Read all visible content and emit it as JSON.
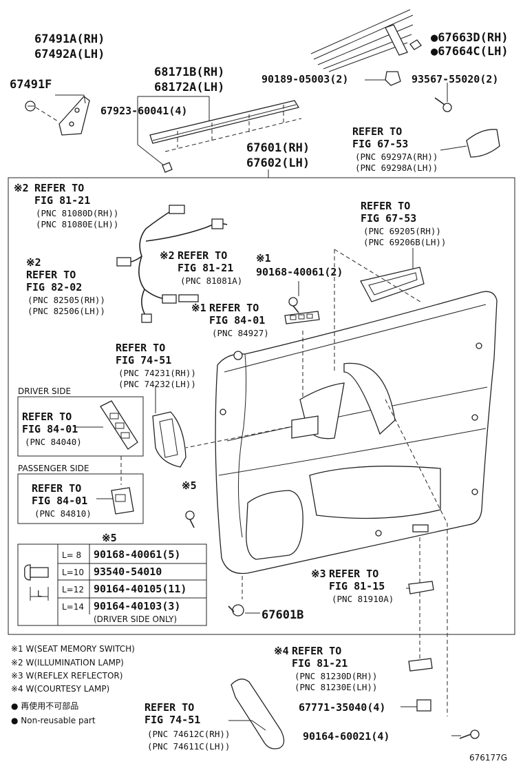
{
  "labels": {
    "p67491a": "67491A(RH)",
    "p67492a": "67492A(LH)",
    "p67491f": "67491F",
    "p68171b": "68171B(RH)",
    "p68172a": "68172A(LH)",
    "p67923": "67923-60041(4)",
    "p67663d": "●67663D(RH)",
    "p67664c": "●67664C(LH)",
    "p90189": "90189-05003(2)",
    "p93567": "93567-55020(2)",
    "p67601": "67601(RH)",
    "p67602": "67602(LH)",
    "p67601b": "67601B",
    "p67771": "67771-35040(4)",
    "p90164_60021": "90164-60021(4)",
    "fig_code": "676177G"
  },
  "refs": {
    "r6753a": {
      "l1": "REFER TO",
      "l2": "FIG 67-53",
      "l3": "(PNC 69297A(RH))",
      "l4": "(PNC 69298A(LH))"
    },
    "r8121a": {
      "mark": "※2",
      "l1": "REFER TO",
      "l2": "FIG 81-21",
      "l3": "(PNC 81080D(RH))",
      "l4": "(PNC 81080E(LH))"
    },
    "r6753b": {
      "l1": "REFER TO",
      "l2": "FIG 67-53",
      "l3": "(PNC 69205(RH))",
      "l4": "(PNC 69206B(LH))"
    },
    "r8202": {
      "mark": "※2",
      "l1": "REFER TO",
      "l2": "FIG 82-02",
      "l3": "(PNC 82505(RH))",
      "l4": "(PNC 82506(LH))"
    },
    "r8121b": {
      "mark": "※2",
      "l1": "REFER TO",
      "l2": "FIG 81-21",
      "l3": "(PNC 81081A)"
    },
    "r90168": {
      "mark": "※1",
      "l1": "90168-40061(2)"
    },
    "r8401a": {
      "mark": "※1",
      "l1": "REFER TO",
      "l2": "FIG 84-01",
      "l3": "(PNC 84927)"
    },
    "r7451a": {
      "l1": "REFER TO",
      "l2": "FIG 74-51",
      "l3": "(PNC 74231(RH))",
      "l4": "(PNC 74232(LH))"
    },
    "driver": {
      "title": "DRIVER SIDE",
      "l1": "REFER TO",
      "l2": "FIG 84-01",
      "l3": "(PNC 84040)"
    },
    "passenger": {
      "title": "PASSENGER SIDE",
      "l1": "REFER TO",
      "l2": "FIG 84-01",
      "l3": "(PNC 84810)"
    },
    "r8115": {
      "mark": "※3",
      "l1": "REFER TO",
      "l2": "FIG 81-15",
      "l3": "(PNC 81910A)"
    },
    "r8121c": {
      "mark": "※4",
      "l1": "REFER TO",
      "l2": "FIG 81-21",
      "l3": "(PNC 81230D(RH))",
      "l4": "(PNC 81230E(LH))"
    },
    "r7451b": {
      "l1": "REFER TO",
      "l2": "FIG 74-51",
      "l3": "(PNC 74612C(RH))",
      "l4": "(PNC 74611C(LH))"
    }
  },
  "mark5": "※5",
  "mark5b": "※5",
  "table": {
    "dim": "L",
    "rows": [
      {
        "len": "L= 8",
        "part": "90168-40061(5)"
      },
      {
        "len": "L=10",
        "part": "93540-54010"
      },
      {
        "len": "L=12",
        "part": "90164-40105(11)"
      },
      {
        "len": "L=14",
        "part": "90164-40103(3)"
      }
    ],
    "note": "(DRIVER SIDE ONLY)"
  },
  "legend": [
    "※1 W(SEAT MEMORY SWITCH)",
    "※2 W(ILLUMINATION LAMP)",
    "※3 W(REFLEX REFLECTOR)",
    "※4 W(COURTESY LAMP)",
    "● 再使用不可部品",
    "● Non-reusable part"
  ]
}
